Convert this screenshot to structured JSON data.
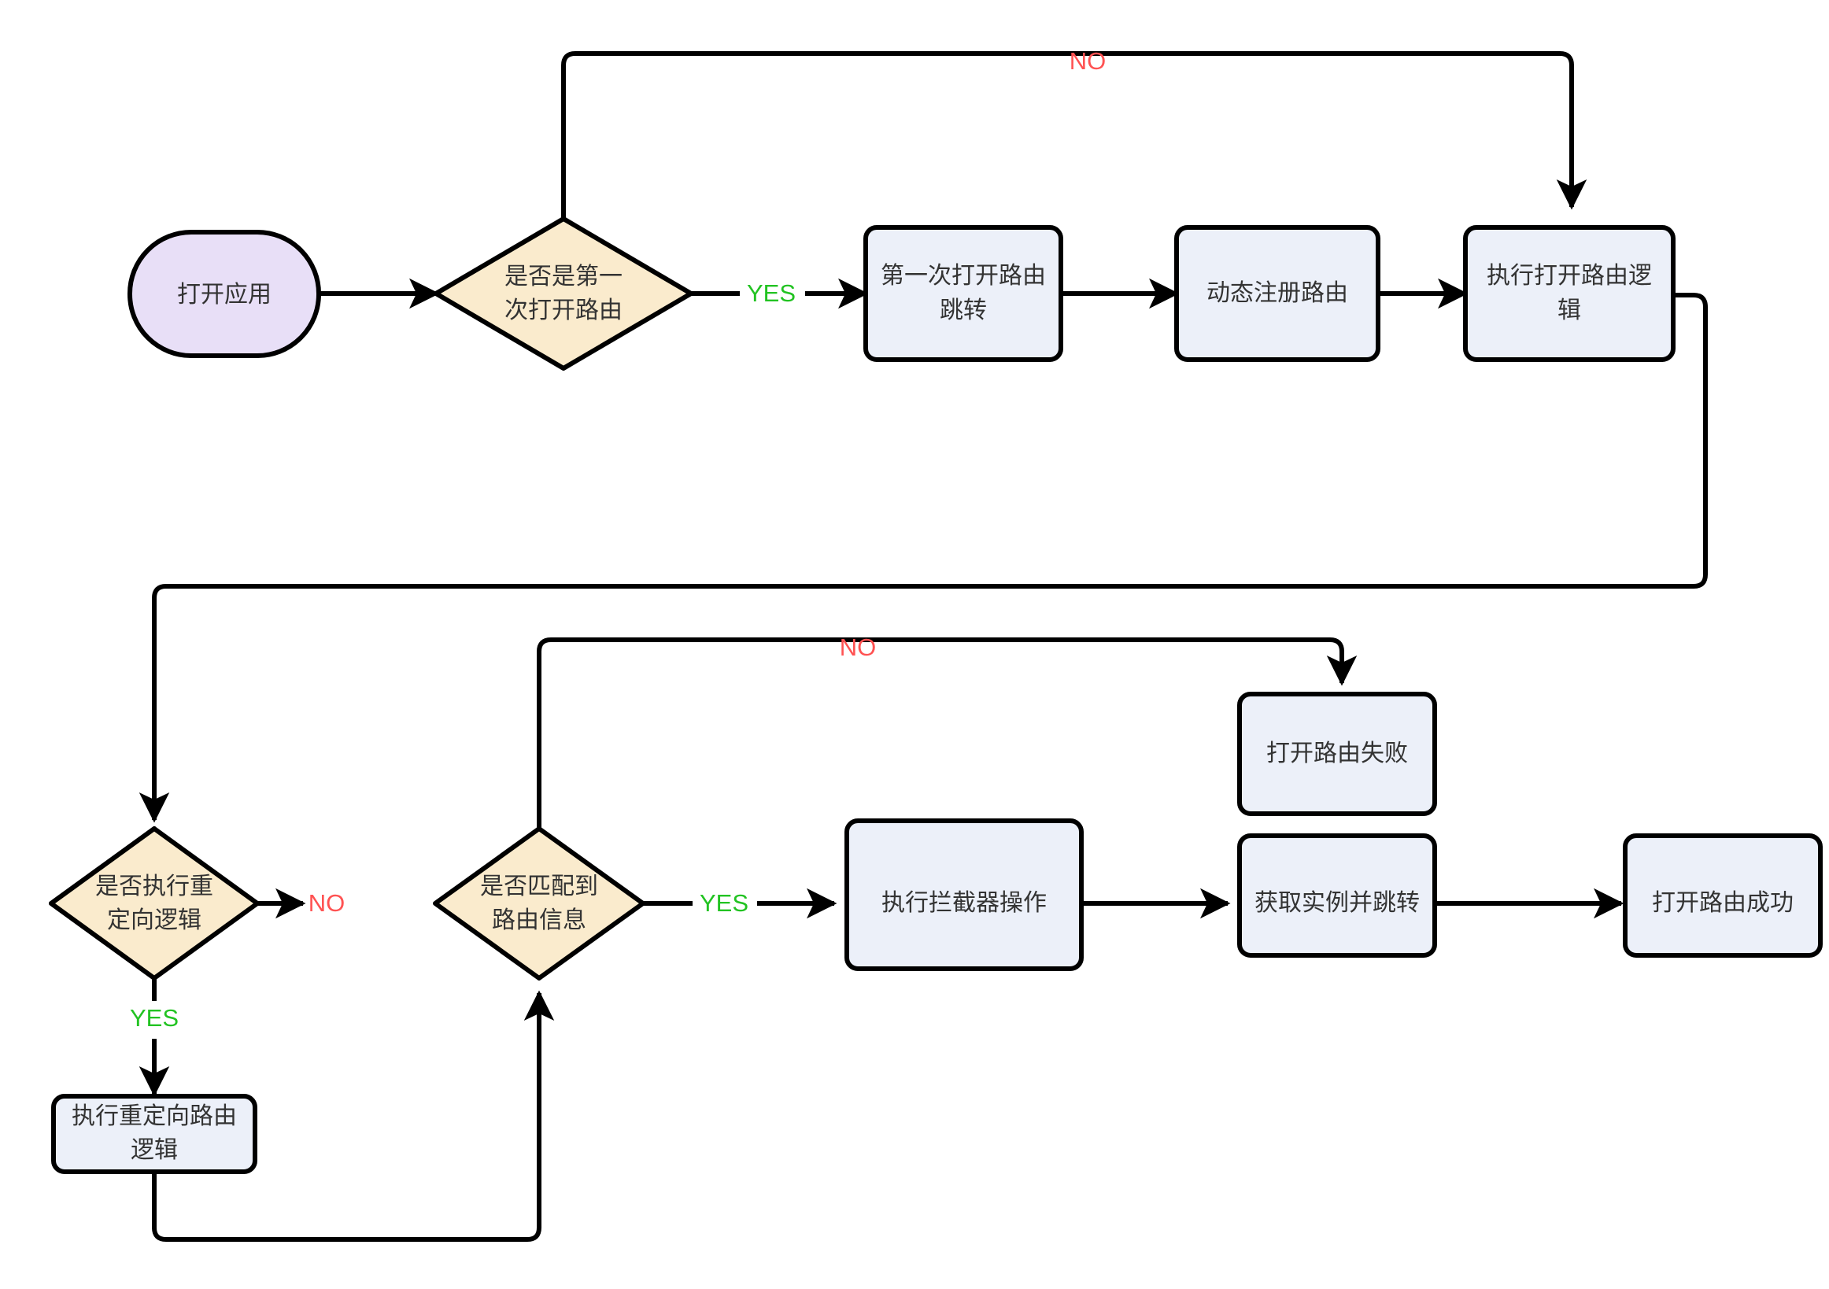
{
  "diagram": {
    "type": "flowchart",
    "title": "",
    "direction": "left-to-right, wrapping",
    "colors": {
      "start_fill": "#E8DFF7",
      "process_fill": "#ECF0F9",
      "decision_fill": "#FAEBCD",
      "node_stroke": "#000000",
      "edge_stroke": "#000000",
      "text": "#333333",
      "yes_label": "#22C322",
      "no_label": "#FF5252",
      "background": "#FFFFFF"
    },
    "nodes": [
      {
        "id": "start",
        "shape": "stadium",
        "label_line1": "打开应用",
        "label_line2": ""
      },
      {
        "id": "d1",
        "shape": "diamond",
        "label_line1": "是否是第一",
        "label_line2": "次打开路由"
      },
      {
        "id": "firstopen",
        "shape": "rect",
        "label_line1": "第一次打开路由",
        "label_line2": "跳转"
      },
      {
        "id": "register",
        "shape": "rect",
        "label_line1": "动态注册路由",
        "label_line2": ""
      },
      {
        "id": "openlogic",
        "shape": "rect",
        "label_line1": "执行打开路由逻",
        "label_line2": "辑"
      },
      {
        "id": "d2",
        "shape": "diamond",
        "label_line1": "是否执行重",
        "label_line2": "定向逻辑"
      },
      {
        "id": "redirect",
        "shape": "rect",
        "label_line1": "执行重定向路由",
        "label_line2": "逻辑"
      },
      {
        "id": "d3",
        "shape": "diamond",
        "label_line1": "是否匹配到",
        "label_line2": "路由信息"
      },
      {
        "id": "interceptor",
        "shape": "rect",
        "label_line1": "执行拦截器操作",
        "label_line2": ""
      },
      {
        "id": "fail",
        "shape": "rect",
        "label_line1": "打开路由失败",
        "label_line2": ""
      },
      {
        "id": "instance",
        "shape": "rect",
        "label_line1": "获取实例并跳转",
        "label_line2": ""
      },
      {
        "id": "success",
        "shape": "rect",
        "label_line1": "打开路由成功",
        "label_line2": ""
      }
    ],
    "edges": [
      {
        "from": "start",
        "to": "d1",
        "label": ""
      },
      {
        "from": "d1",
        "to": "firstopen",
        "label": "YES"
      },
      {
        "from": "d1",
        "to": "openlogic",
        "label": "NO"
      },
      {
        "from": "firstopen",
        "to": "register",
        "label": ""
      },
      {
        "from": "register",
        "to": "openlogic",
        "label": ""
      },
      {
        "from": "openlogic",
        "to": "d2",
        "label": ""
      },
      {
        "from": "d2",
        "to": "d3",
        "label": "NO"
      },
      {
        "from": "d2",
        "to": "redirect",
        "label": "YES"
      },
      {
        "from": "redirect",
        "to": "d3",
        "label": ""
      },
      {
        "from": "d3",
        "to": "interceptor",
        "label": "YES"
      },
      {
        "from": "d3",
        "to": "fail",
        "label": "NO"
      },
      {
        "from": "interceptor",
        "to": "instance",
        "label": ""
      },
      {
        "from": "instance",
        "to": "success",
        "label": ""
      }
    ],
    "edge_labels": {
      "no_top": "NO",
      "yes_first": "YES",
      "no_mid": "NO",
      "no_redirect": "NO",
      "yes_redirect": "YES",
      "yes_match": "YES"
    }
  }
}
